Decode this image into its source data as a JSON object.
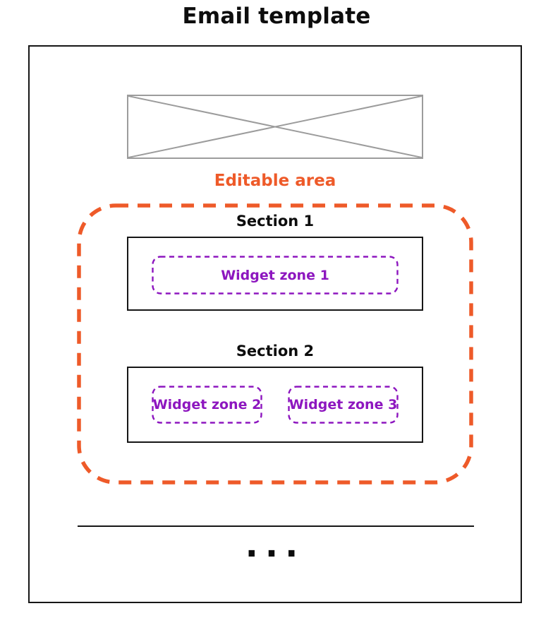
{
  "diagram": {
    "title": "Email template",
    "editable_area_label": "Editable area",
    "image_placeholder": "crossed-box image placeholder",
    "sections": [
      {
        "label": "Section 1",
        "widget_zones": [
          {
            "label": "Widget zone 1"
          }
        ]
      },
      {
        "label": "Section 2",
        "widget_zones": [
          {
            "label": "Widget zone 2"
          },
          {
            "label": "Widget zone 3"
          }
        ]
      }
    ],
    "ellipsis": "...",
    "colors": {
      "accent_orange": "#ee5a29",
      "accent_purple": "#8d16bf",
      "outline_black": "#161616",
      "placeholder_gray": "#9c9c9c"
    }
  }
}
